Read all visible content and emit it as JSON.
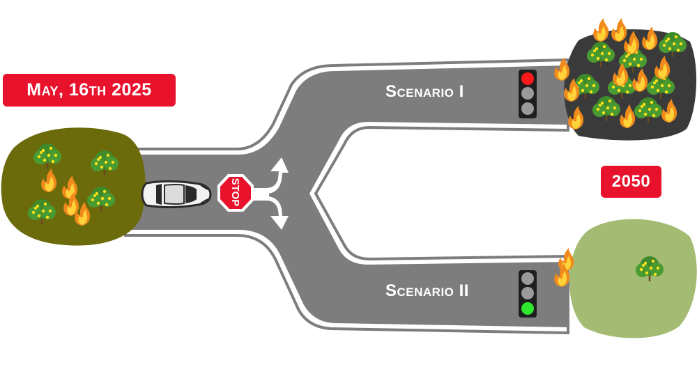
{
  "date_badge": {
    "text": "May, 16th 2025",
    "color": "#e8122d"
  },
  "year_badge": {
    "text": "2050",
    "color": "#e8122d"
  },
  "stop_sign": {
    "text": "STOP",
    "color": "#e8122d"
  },
  "scenarios": [
    {
      "label": "Scenario I",
      "light_active": "red",
      "active_color": "#ff1a1a"
    },
    {
      "label": "Scenario II",
      "light_active": "green",
      "active_color": "#2ee82e"
    }
  ],
  "road_color": "#7d7d7d",
  "icons": [
    "car-icon",
    "stop-sign-icon",
    "fork-arrow-icon",
    "traffic-light-icon",
    "tree-icon",
    "fire-icon"
  ]
}
